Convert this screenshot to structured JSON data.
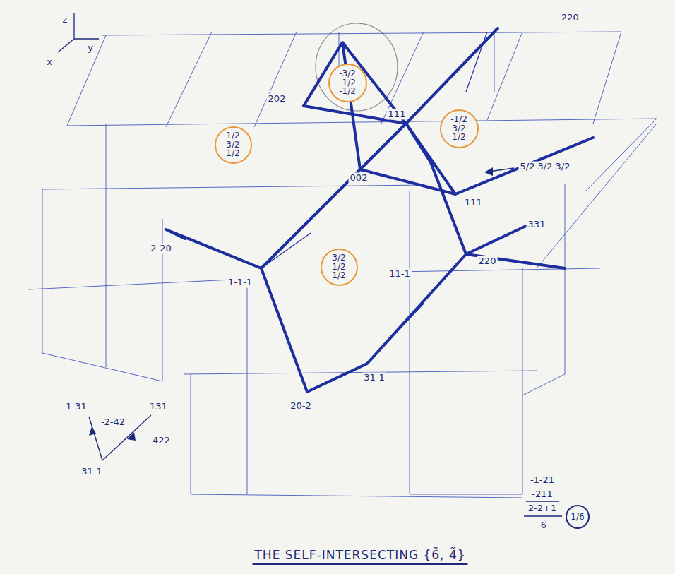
{
  "diagram": {
    "caption": "THE SELF-INTERSECTING {6̃, 4̃}",
    "nodes": [
      {
        "text": [
          "-3/2 -1/2 -1/2"
        ]
      },
      {
        "text": [
          "1/2 3/2 1/2"
        ]
      },
      {
        "text": [
          "-1/2 3/2 1/2"
        ]
      },
      {
        "text": [
          "3/2 1/2 1/2"
        ]
      },
      {
        "text": [
          "1/6"
        ]
      }
    ],
    "labels": [
      "z",
      "y",
      "x",
      "202",
      "111",
      "-220",
      "5/2 3/2 3/2",
      "002",
      "-111",
      "331",
      "2-20",
      "1-1-1",
      "11-1",
      "220",
      "20-2",
      "31-1",
      "1-31",
      "-2-42",
      "-131",
      "-422",
      "31-1",
      "-1-21",
      "-211",
      "2-2+1",
      "6"
    ]
  }
}
